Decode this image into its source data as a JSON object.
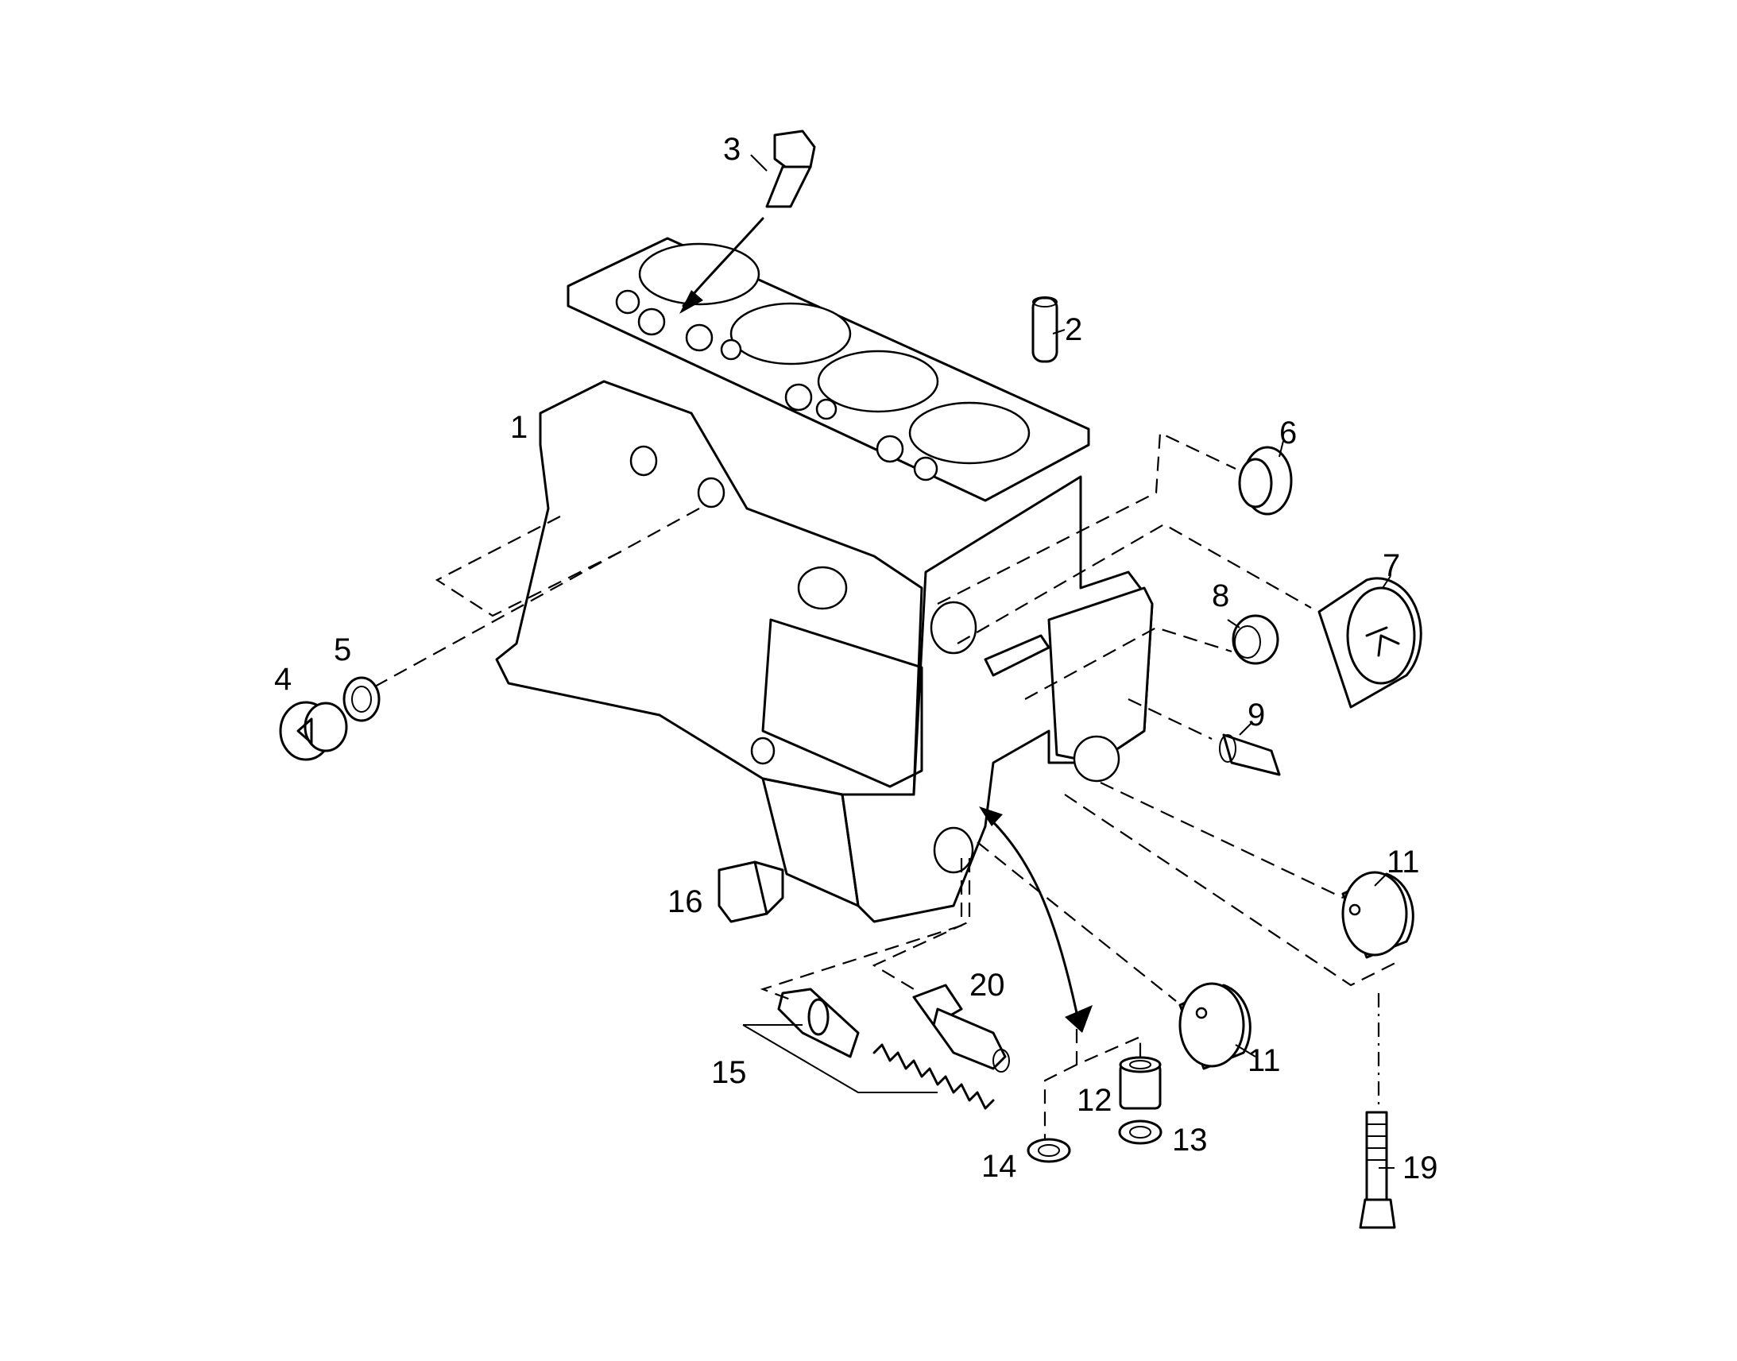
{
  "diagram": {
    "callouts": [
      {
        "id": "c3",
        "label": "3"
      },
      {
        "id": "c2",
        "label": "2"
      },
      {
        "id": "c1",
        "label": "1"
      },
      {
        "id": "c6",
        "label": "6"
      },
      {
        "id": "c7",
        "label": "7"
      },
      {
        "id": "c8",
        "label": "8"
      },
      {
        "id": "c4",
        "label": "4"
      },
      {
        "id": "c5",
        "label": "5"
      },
      {
        "id": "c9",
        "label": "9"
      },
      {
        "id": "c11a",
        "label": "11"
      },
      {
        "id": "c16",
        "label": "16"
      },
      {
        "id": "c20",
        "label": "20"
      },
      {
        "id": "c11b",
        "label": "11"
      },
      {
        "id": "c15",
        "label": "15"
      },
      {
        "id": "c12",
        "label": "12"
      },
      {
        "id": "c13",
        "label": "13"
      },
      {
        "id": "c14",
        "label": "14"
      },
      {
        "id": "c19",
        "label": "19"
      }
    ]
  }
}
